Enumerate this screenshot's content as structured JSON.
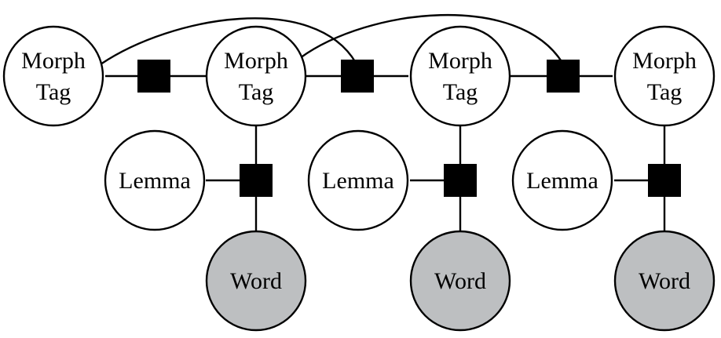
{
  "colors": {
    "stroke": "#000000",
    "latent_fill": "#ffffff",
    "observed_fill": "#bdbfc1",
    "factor_fill": "#000000"
  },
  "nodes": {
    "morph_tag": [
      {
        "line1": "Morph",
        "line2": "Tag"
      },
      {
        "line1": "Morph",
        "line2": "Tag"
      },
      {
        "line1": "Morph",
        "line2": "Tag"
      },
      {
        "line1": "Morph",
        "line2": "Tag"
      }
    ],
    "lemma": [
      "Lemma",
      "Lemma",
      "Lemma"
    ],
    "word": [
      "Word",
      "Word",
      "Word"
    ]
  }
}
